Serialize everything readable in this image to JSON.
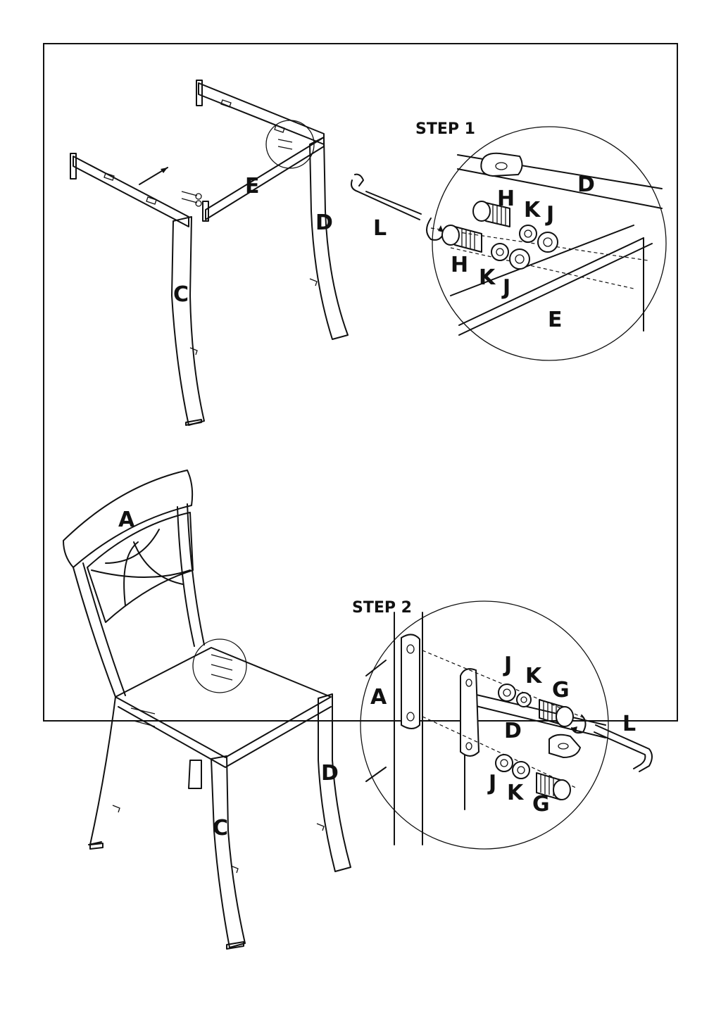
{
  "steps": {
    "step1": "STEP 1",
    "step2": "STEP 2"
  },
  "overview1": {
    "labels": {
      "C": "C",
      "D": "D",
      "E": "E"
    }
  },
  "detail1": {
    "labels": {
      "D": "D",
      "E": "E",
      "L": "L",
      "H1": "H",
      "H2": "H",
      "K1": "K",
      "K2": "K",
      "J1": "J",
      "J2": "J"
    }
  },
  "overview2": {
    "labels": {
      "A": "A",
      "C": "C",
      "D": "D"
    }
  },
  "detail2": {
    "labels": {
      "A": "A",
      "D": "D",
      "L": "L",
      "J1": "J",
      "J2": "J",
      "K1": "K",
      "K2": "K",
      "G1": "G",
      "G2": "G"
    }
  }
}
